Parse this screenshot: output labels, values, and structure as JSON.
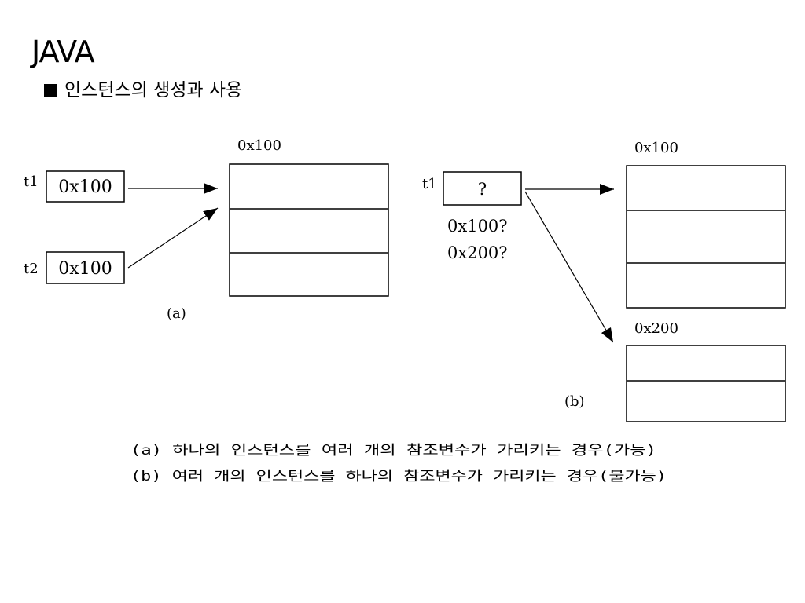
{
  "slide": {
    "title": "JAVA",
    "subtitle": "인스턴스의 생성과 사용"
  },
  "diagram_a": {
    "var1_name": "t1",
    "var1_value": "0x100",
    "var2_name": "t2",
    "var2_value": "0x100",
    "object_address": "0x100",
    "label": "(a)"
  },
  "diagram_b": {
    "var_name": "t1",
    "var_value": "?",
    "question_1": "0x100?",
    "question_2": "0x200?",
    "object1_address": "0x100",
    "object2_address": "0x200",
    "label": "(b)"
  },
  "captions": {
    "line_a": "(a) 하나의 인스턴스를 여러 개의 참조변수가 가리키는 경우(가능)",
    "line_b": "(b) 여러 개의 인스턴스를 하나의 참조변수가 가리키는 경우(불가능)"
  }
}
